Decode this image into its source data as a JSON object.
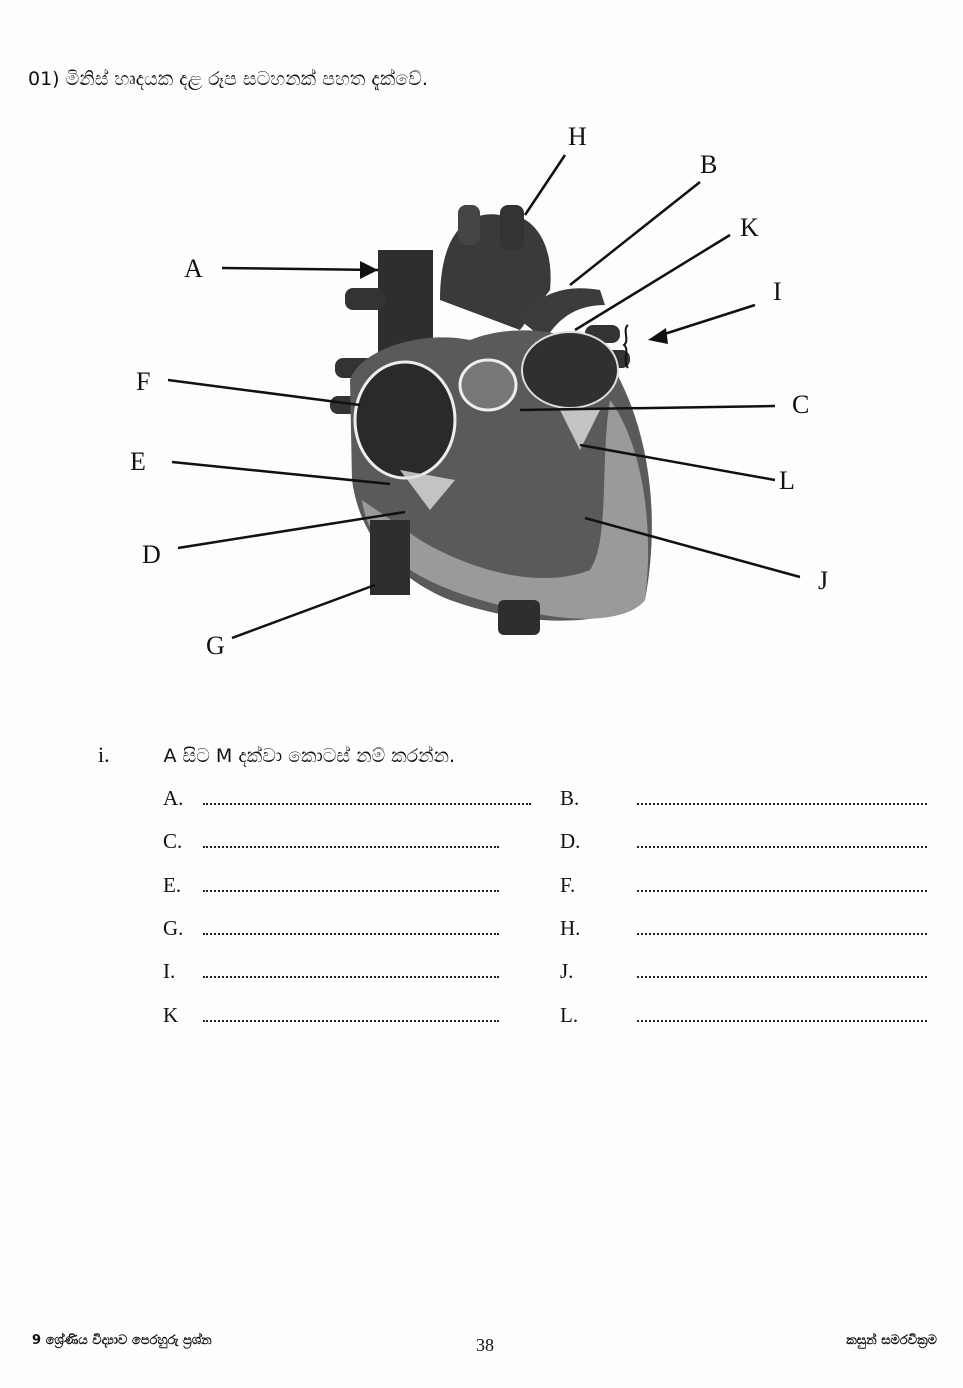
{
  "question": {
    "title": "01) මිනිස් හෘදයක දළ රූප සටහනක් පහත දැක්වේ.",
    "sub_number": "i.",
    "sub_text": "A සිට M දක්වා කොටස් නම් කරන්න."
  },
  "diagram_labels": [
    "H",
    "B",
    "K",
    "A",
    "I",
    "F",
    "C",
    "E",
    "L",
    "D",
    "J",
    "G"
  ],
  "answers": [
    {
      "left": "A.",
      "right": "B."
    },
    {
      "left": "C.",
      "right": "D."
    },
    {
      "left": "E.",
      "right": "F."
    },
    {
      "left": "G.",
      "right": "H."
    },
    {
      "left": "I.",
      "right": "J."
    },
    {
      "left": "K",
      "right": "L."
    }
  ],
  "footer": {
    "left": "9 ශ්‍රේණිය විද්‍යාව පෙරහුරු ප්‍රශ්න",
    "page": "38",
    "right": "කසුන් සමරවික්‍රම"
  }
}
